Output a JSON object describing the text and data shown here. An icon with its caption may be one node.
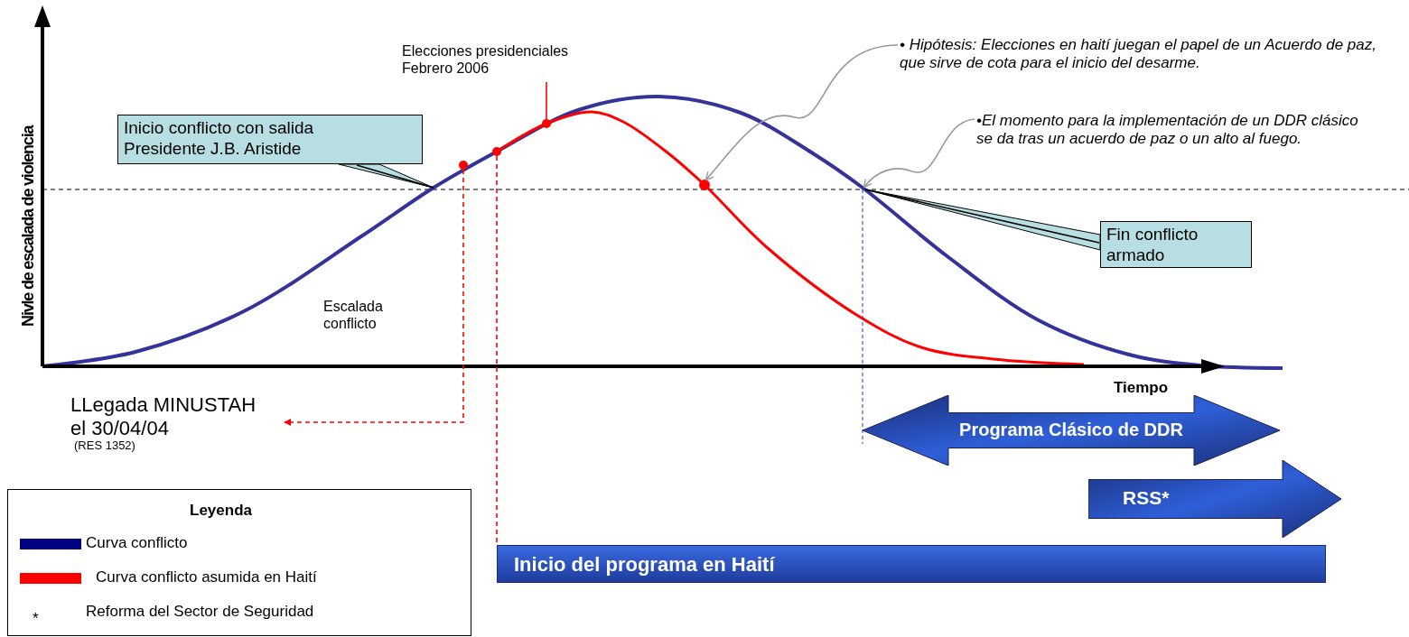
{
  "diagram": {
    "nodes": [
      {
        "text": [
          "Inicio conflicto con salida Presidente J.B. Aristide"
        ]
      },
      {
        "text": [
          "Elecciones presidenciales Febrero 2006"
        ]
      },
      {
        "text": [
          "• Hipótesis: Elecciones en haití juegan el papel de un Acuerdo de paz, que sirve de cota para el inicio del desarme."
        ]
      },
      {
        "text": [
          "•El momento para la implementación de un DDR clásico se da tras un acuerdo de paz o un alto al fuego."
        ]
      },
      {
        "text": [
          "Fin conflicto armado"
        ]
      },
      {
        "text": [],
        "shape": "circle"
      },
      {
        "text": [],
        "shape": "circle"
      },
      {
        "text": [],
        "shape": "circle"
      },
      {
        "text": [],
        "shape": "circle"
      },
      {
        "text": [
          "LLegada MINUSTAH el 30/04/04",
          "(RES 1352)"
        ]
      },
      {
        "text": [
          "Programa Clásico de DDR"
        ]
      },
      {
        "text": [
          "RSS*"
        ]
      },
      {
        "text": [
          "Inicio del programa en Haití"
        ]
      }
    ],
    "edges": [
      {
        "from": 0,
        "to": null,
        "arrow": "none",
        "color": "#000000"
      },
      {
        "from": 1,
        "to": 7,
        "arrow": "none",
        "color": "#ff0000"
      },
      {
        "from": 2,
        "to": 8,
        "arrow": "to",
        "color": "#999999"
      },
      {
        "from": 3,
        "to": 4,
        "arrow": "to",
        "color": "#999999"
      },
      {
        "from": 4,
        "to": null,
        "arrow": "none",
        "color": "#000000"
      },
      {
        "from": 5,
        "to": 9,
        "arrow": "to",
        "style": "dashed",
        "color": "#ff0000"
      },
      {
        "from": 6,
        "to": 12,
        "arrow": "none",
        "style": "dashed",
        "color": "#ff0000"
      }
    ],
    "labels": [
      "Nivle de escalada de violencia",
      "Escalada conflicto",
      "Tiempo",
      "Leyenda",
      "*"
    ],
    "legend": [
      {
        "text": "Curva conflicto",
        "color": "#000080"
      },
      {
        "text": "Curva conflicto asumida en Haití",
        "color": "#ff0000"
      },
      {
        "text": "Reforma del Sector de Seguridad"
      }
    ]
  }
}
